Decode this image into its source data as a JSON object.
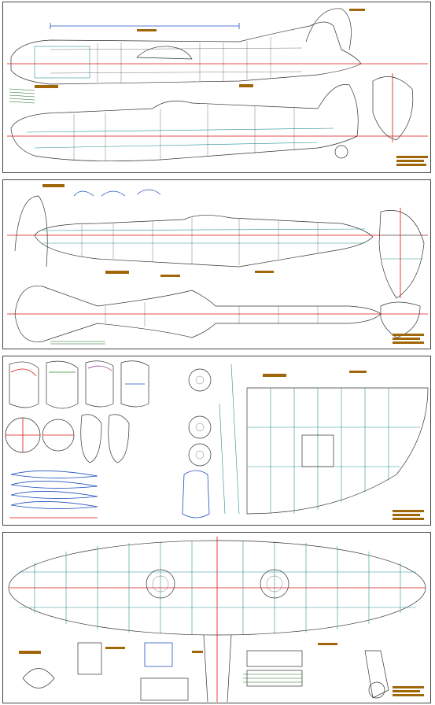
{
  "colors": {
    "outline": "#333333",
    "title_block": "#a0660a",
    "reference_line": "#d11111",
    "former_blue": "#1f4fbf",
    "structure_teal": "#2a8f8f",
    "detail_green": "#2b8a2b"
  },
  "sheets": [
    {
      "name": "sheet-fuselage-side-views"
    },
    {
      "name": "sheet-fuselage-plan-views"
    },
    {
      "name": "sheet-formers-and-parts"
    },
    {
      "name": "sheet-wing-plan"
    }
  ]
}
